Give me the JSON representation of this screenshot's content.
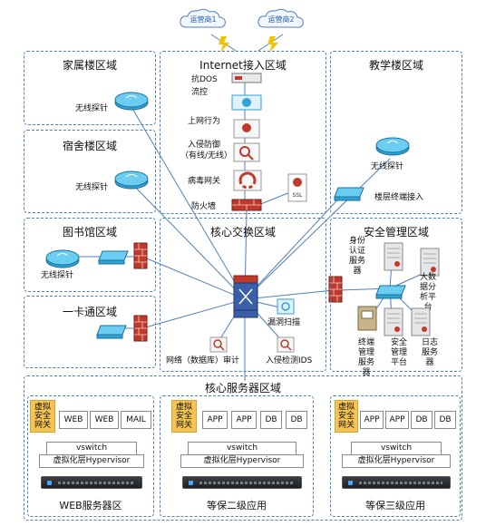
{
  "clouds": {
    "isp1": "运营商1",
    "isp2": "运营商2"
  },
  "zones": {
    "family": {
      "title": "家属楼区域",
      "ap_label": "无线探针"
    },
    "dorm": {
      "title": "宿舍楼区域",
      "ap_label": "无线探针"
    },
    "library": {
      "title": "图书馆区域",
      "ap_label": "无线探针"
    },
    "card": {
      "title": "一卡通区域"
    },
    "internet": {
      "title": "Internet接入区域",
      "items": [
        "抗DOS",
        "流控",
        "上网行为",
        "入侵防御",
        "（有线/无线）",
        "病毒网关",
        "防火墙"
      ]
    },
    "teaching": {
      "title": "教学楼区域",
      "ap_label": "无线探针",
      "floor_label": "楼层终端接入"
    },
    "core_switch": {
      "title": "核心交换区域",
      "scan_label": "漏洞扫描",
      "audit_label": "网络（数据库）审计",
      "ids_label": "入侵检测IDS"
    },
    "security": {
      "title": "安全管理区域",
      "auth_label": [
        "身份",
        "认证",
        "服务",
        "器"
      ],
      "bigdata_label": [
        "大数",
        "据分",
        "析平",
        "台"
      ],
      "terminal_label": [
        "终端",
        "管理",
        "服务",
        "器"
      ],
      "secmgmt_label": [
        "安全",
        "管理",
        "平台"
      ],
      "log_label": [
        "日志",
        "服务",
        "器"
      ]
    },
    "core_server": {
      "title": "核心服务器区域"
    }
  },
  "server_groups": [
    {
      "gateway": [
        "虚拟",
        "安全",
        "网关"
      ],
      "apps": [
        "WEB",
        "WEB",
        "MAIL"
      ],
      "vswitch": "vswitch",
      "hypervisor": "虚拟化层Hypervisor",
      "name": "WEB服务器区"
    },
    {
      "gateway": [
        "虚拟",
        "安全",
        "网关"
      ],
      "apps": [
        "APP",
        "APP",
        "DB",
        "DB"
      ],
      "vswitch": "vswitch",
      "hypervisor": "虚拟化层Hypervisor",
      "name": "等保二级应用"
    },
    {
      "gateway": [
        "虚拟",
        "安全",
        "网关"
      ],
      "apps": [
        "APP",
        "APP",
        "DB",
        "DB"
      ],
      "vswitch": "vswitch",
      "hypervisor": "虚拟化层Hypervisor",
      "name": "等保三级应用"
    }
  ],
  "colors": {
    "zone_border": "#4f7fc0",
    "link": "#4f7fc0",
    "gateway": "#f6c453",
    "firewall": "#c0392b"
  },
  "icons": {
    "ap": "wireless-probe-icon",
    "switch": "switch-icon",
    "firewall": "firewall-icon",
    "core": "core-switch-icon",
    "server": "server-icon"
  }
}
